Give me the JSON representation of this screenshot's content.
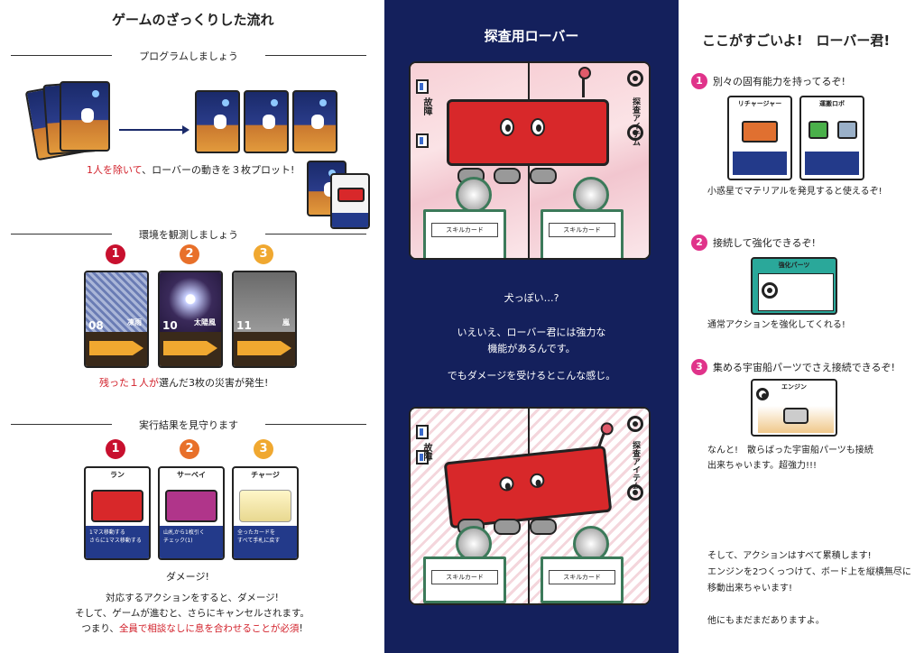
{
  "left": {
    "title": "ゲームのざっくりした流れ",
    "section1": {
      "heading": "プログラムしましょう",
      "caption_red": "1人を除いて",
      "caption_rest": "、ローバーの動きを３枚プロット!"
    },
    "section2": {
      "heading": "環境を観測しましょう",
      "numbers": [
        "1",
        "2",
        "3"
      ],
      "cards": [
        {
          "num": "08",
          "name": "凍雨"
        },
        {
          "num": "10",
          "name": "太陽風"
        },
        {
          "num": "11",
          "name": "嵐"
        }
      ],
      "caption_red": "残った１人が",
      "caption_rest": "選んだ3枚の災害が発生!"
    },
    "section3": {
      "heading": "実行結果を見守ります",
      "numbers": [
        "1",
        "2",
        "3"
      ],
      "cards": [
        {
          "title": "ラン",
          "foot1": "1マス移動する",
          "foot2": "さらに1マス移動する"
        },
        {
          "title": "サーベイ",
          "foot1": "山札から1枚引く",
          "foot2": "チェック(1)"
        },
        {
          "title": "チャージ",
          "foot1": "全ったカードを",
          "foot2": "すべて手札に戻す"
        }
      ],
      "damage_label": "ダメージ!",
      "line1": "対応するアクションをすると、ダメージ!",
      "line2": "そして、ゲームが進むと、さらにキャンセルされます。",
      "line3_pre": "つまり、",
      "line3_red": "全員で相談なしに息を合わせることが必須",
      "line3_post": "!"
    }
  },
  "middle": {
    "title": "探査用ローバー",
    "card_top": {
      "left_label": "故障",
      "right_label": "探査アイテム",
      "skill": "スキルカード"
    },
    "card_bottom": {
      "left_label": "故障",
      "right_label": "探査アイテム",
      "skill": "スキルカード"
    },
    "text1": "犬っぽい…?",
    "text2": "いえいえ、ローバー君には強力な",
    "text3": "機能があるんです。",
    "text4": "でもダメージを受けるとこんな感じ。"
  },
  "right": {
    "title": "ここがすごいよ!　ローバー君!",
    "points": [
      {
        "num": "1",
        "heading": "別々の固有能力を持ってるぞ!",
        "text": "小惑星でマテリアルを発見すると使えるぞ!",
        "cards": [
          "リチャージャー",
          "運搬ロボ"
        ]
      },
      {
        "num": "2",
        "heading": "接続して強化できるぞ!",
        "text": "通常アクションを強化してくれる!",
        "cards": [
          "強化パーツ"
        ]
      },
      {
        "num": "3",
        "heading": "集める宇宙船パーツでさえ接続できるぞ!",
        "text1": "なんと!　散らばった宇宙船パーツも接続",
        "text2": "出来ちゃいます。超強力!!!",
        "cards": [
          "エンジン"
        ]
      }
    ],
    "closing1": "そして、アクションはすべて累積します!",
    "closing2": "エンジンを2つくっつけて、ボード上を縦横無尽に",
    "closing3": "移動出来ちゃいます!",
    "closing4": "他にもまだまだありますよ。"
  }
}
